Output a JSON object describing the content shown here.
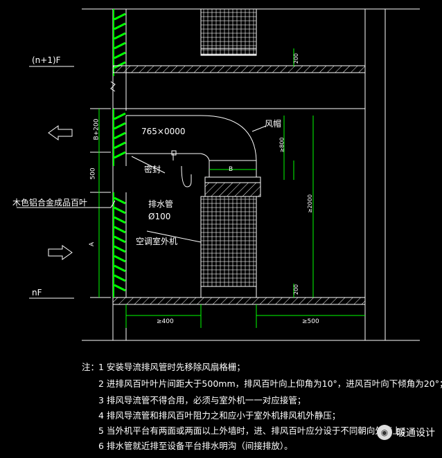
{
  "floors": {
    "upper": "(n+1)F",
    "lower": "nF"
  },
  "labels": {
    "duct_size": "765×0000",
    "hood": "风帽",
    "seal": "密封",
    "drain_pipe": "排水管",
    "drain_dia": "Ø100",
    "louver": "木色铝合金成品百叶",
    "outdoor_unit": "空调室外机",
    "b_label": "B"
  },
  "dims": {
    "b_plus_200": "B+200",
    "d500": "500",
    "dA": "A",
    "d200_top": "200",
    "d200_mid": "200",
    "ge800": "≥800",
    "ge2000": "≥2000",
    "ge400": "≥400",
    "ge500": "≥500"
  },
  "notes": {
    "head": "注：",
    "items": [
      "1 安装导流排风管时先移除风扇格栅；",
      "2 进排风百叶叶片间距大于500mm，排风百叶向上仰角为10°，进风百叶向下倾角为20°；",
      "3 排风导流管不得合用，必须与室外机一一对应接管；",
      "4 排风导流管和排风百叶阻力之和应小于室外机排风机外静压；",
      "5 当外机平台有两面或两面以上外墙时，进、排风百叶应分设于不同朝向外墙上；",
      "6 排水管就近排至设备平台排水明沟（间接排放）。"
    ]
  },
  "watermark": "暖通设计",
  "colors": {
    "line": "#ffffff",
    "green": "#00ff00",
    "accent": "#ffff00"
  }
}
